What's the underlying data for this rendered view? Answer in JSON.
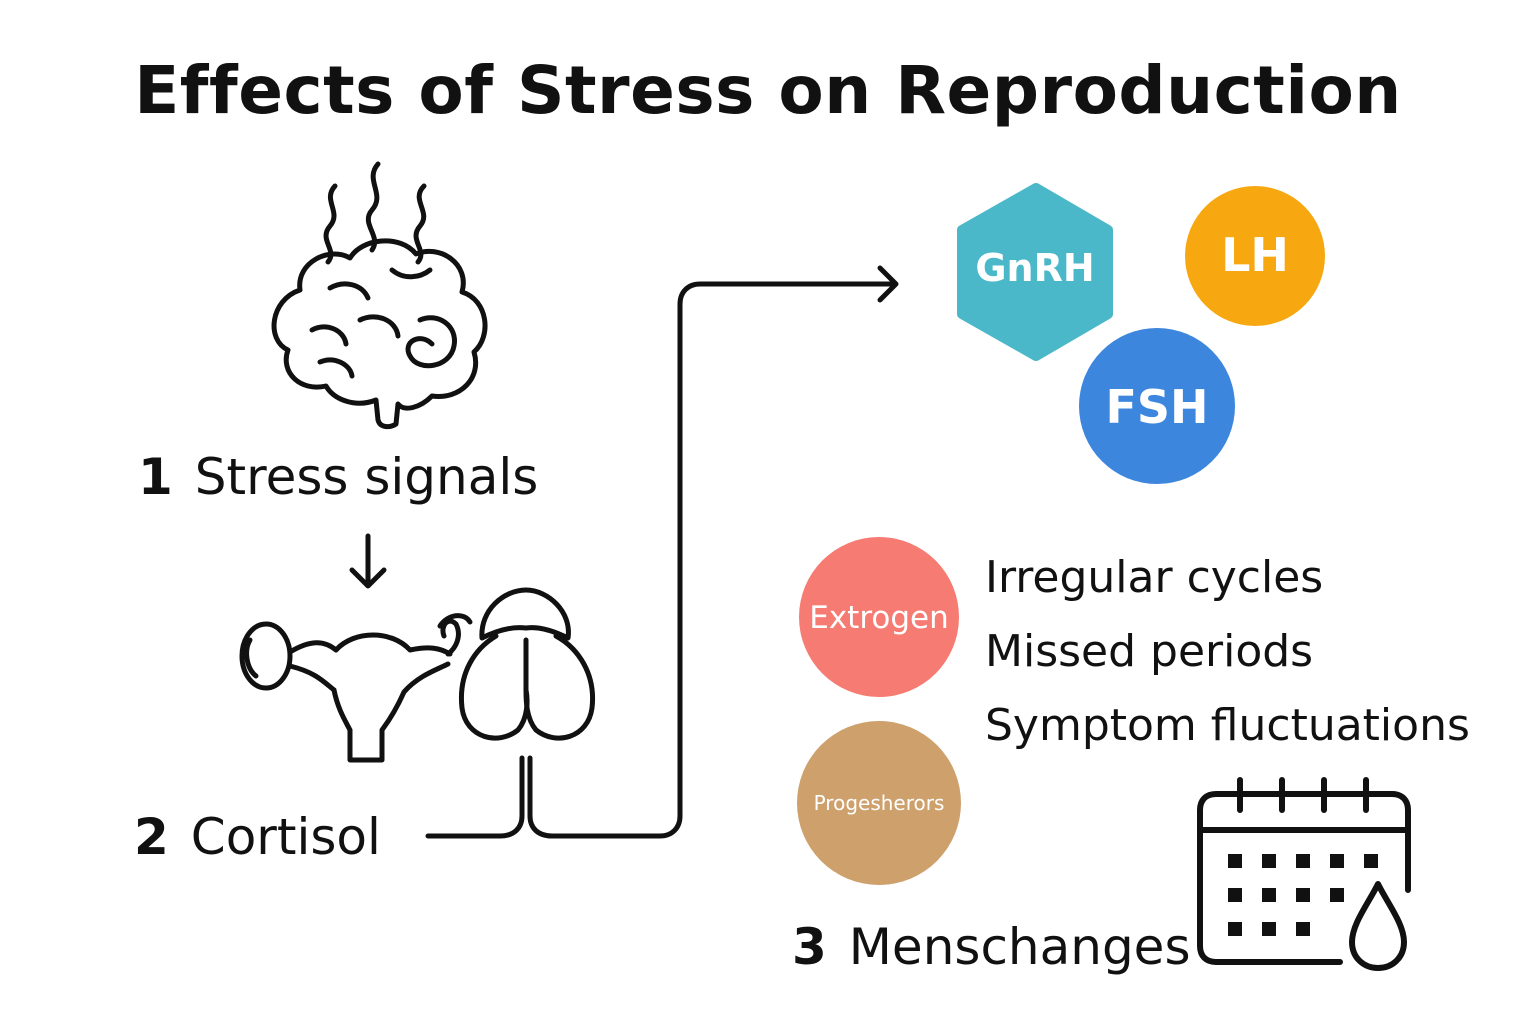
{
  "title": "Effects of Stress on Reproduction",
  "steps": [
    {
      "number": "1",
      "label": "Stress signals"
    },
    {
      "number": "2",
      "label": "Cortisol"
    },
    {
      "number": "3",
      "label": "Menschanges"
    }
  ],
  "hormones": {
    "gnrh": {
      "label": "GnRH",
      "color": "#4BB8C9"
    },
    "lh": {
      "label": "LH",
      "color": "#F7A70F"
    },
    "fsh": {
      "label": "FSH",
      "color": "#3D86DD"
    }
  },
  "sex_hormones": {
    "estrogen": {
      "label": "Extrogen",
      "color": "#F67B72"
    },
    "progesterone": {
      "label": "Progesherors",
      "color": "#CDA06C"
    }
  },
  "effects": [
    "Irregular cycles",
    "Missed periods",
    "Symptom fluctuations"
  ],
  "icons": [
    "brain-icon",
    "stress-fumes-icon",
    "uterus-icon",
    "testes-icon",
    "calendar-icon",
    "drop-icon",
    "arrow-down-icon",
    "arrow-right-icon"
  ]
}
